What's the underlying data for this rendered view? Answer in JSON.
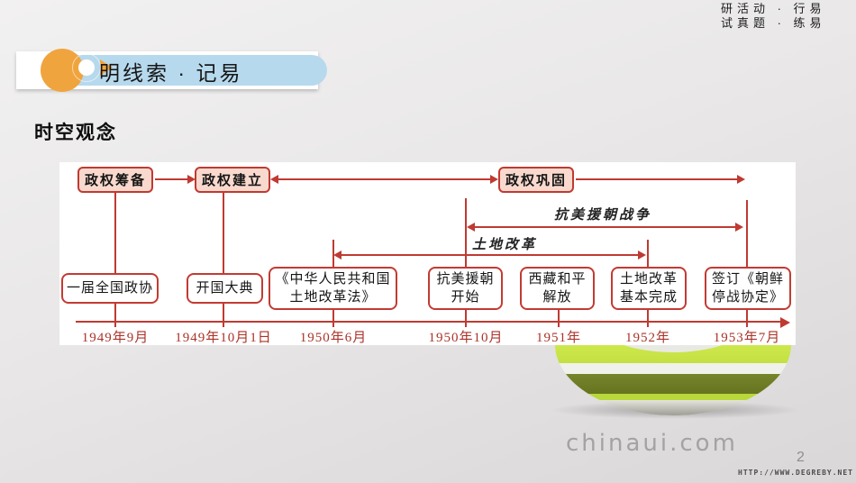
{
  "colors": {
    "diagram_red": "#bf3a32",
    "date_red": "#aa3328",
    "phase_box_fill": "#f9d9ce",
    "banner_blue": "#b7d9ed",
    "banner_orange": "#f0a43e",
    "bowl_lime": "#c3e042"
  },
  "header": {
    "note_lines": [
      "研活动 · 行易",
      "试真题 · 练易"
    ],
    "banner_title": "明线索 · 记易"
  },
  "section_heading": "时空观念",
  "timeline": {
    "phases": [
      {
        "label": "政权筹备"
      },
      {
        "label": "政权建立"
      },
      {
        "label": "政权巩固"
      }
    ],
    "spans": [
      {
        "label": "抗美援朝战争",
        "from": "1950年10月",
        "to": "1953年7月"
      },
      {
        "label": "土地改革",
        "from": "1950年6月",
        "to": "1952年"
      }
    ],
    "events": [
      {
        "date": "1949年9月",
        "title": "一届全国政协",
        "line1": "一届全国政协"
      },
      {
        "date": "1949年10月1日",
        "title": "开国大典",
        "line1": "开国大典"
      },
      {
        "date": "1950年6月",
        "title": "《中华人民共和国土地改革法》",
        "line1": "《中华人民共和国",
        "line2": "土地改革法》"
      },
      {
        "date": "1950年10月",
        "title": "抗美援朝开始",
        "line1": "抗美援朝",
        "line2": "开始"
      },
      {
        "date": "1951年",
        "title": "西藏和平解放",
        "line1": "西藏和平",
        "line2": "解放"
      },
      {
        "date": "1952年",
        "title": "土地改革基本完成",
        "line1": "土地改革",
        "line2": "基本完成"
      },
      {
        "date": "1953年7月",
        "title": "签订《朝鲜停战协定》",
        "line1": "签订《朝鲜",
        "line2": "停战协定》"
      }
    ]
  },
  "footer": {
    "watermark": "CHINAUI.COM",
    "page_number": "2",
    "url_text": "HTTP://WWW.DEGREBY.NET"
  }
}
